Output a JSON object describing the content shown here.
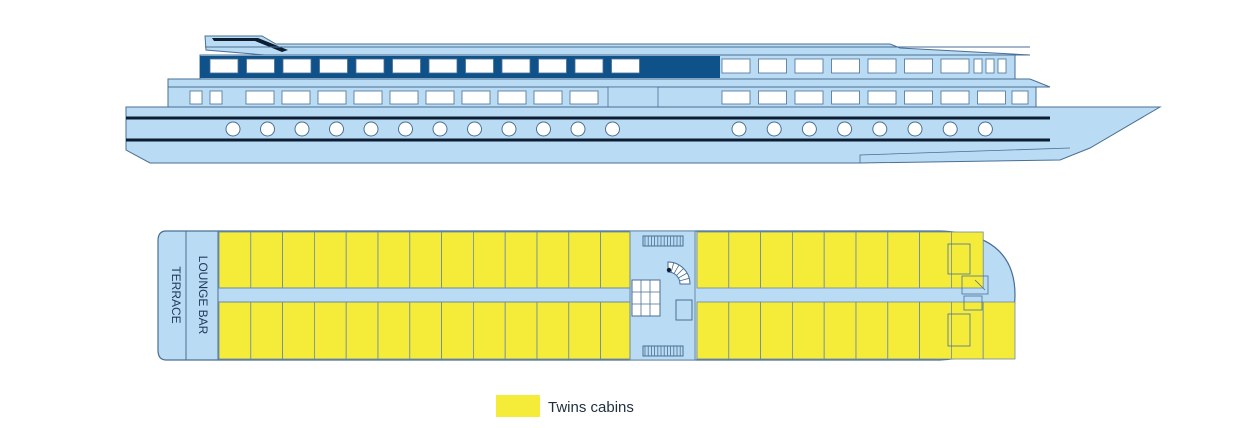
{
  "colors": {
    "hull": "#b9dbf3",
    "outline": "#4a6f95",
    "window_dark": "#0f5189",
    "stripe": "#0d1e33",
    "cabin": "#f5ec3a",
    "cabin_border": "#6d8aa6",
    "corridor": "#b9dbf3"
  },
  "labels": {
    "terrace": "TERRACE",
    "lounge_bar": "LOUNGE BAR"
  },
  "legend": {
    "twins_cabins": "Twins cabins"
  },
  "deck_plan": {
    "cabins_top_row": 22,
    "cabins_bottom_row": 23
  }
}
